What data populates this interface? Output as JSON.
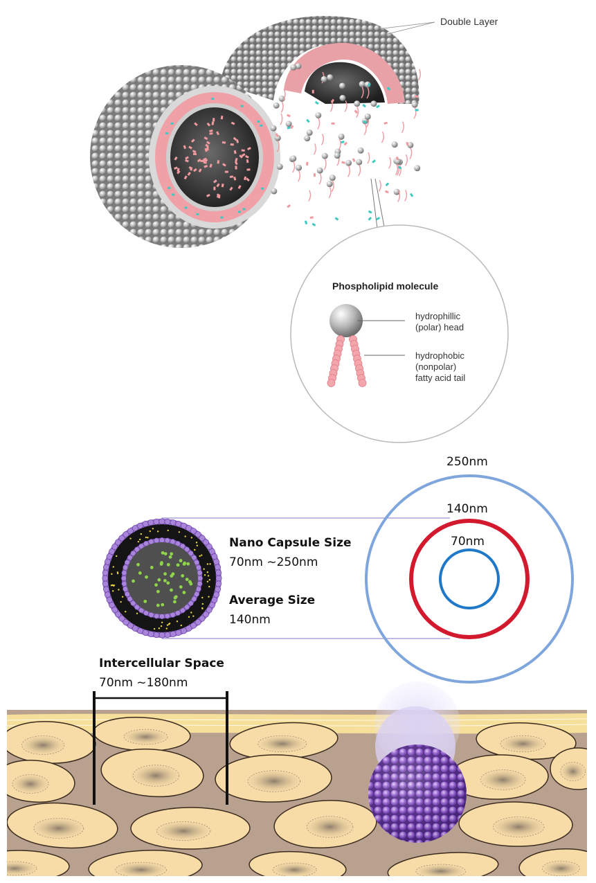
{
  "liposome": {
    "double_layer_label": "Double Layer"
  },
  "phospholipid": {
    "title": "Phospholipid molecule",
    "head_label_line1": "hydrophillic",
    "head_label_line2": "(polar) head",
    "tail_label_line1": "hydrophobic",
    "tail_label_line2": "(nonpolar)",
    "tail_label_line3": "fatty acid tail"
  },
  "capsule": {
    "size_title": "Nano Capsule Size",
    "size_range": "70nm ~250nm",
    "avg_title": "Average Size",
    "avg_value": "140nm"
  },
  "rings": [
    {
      "label": "250nm",
      "color": "#7fa6dc"
    },
    {
      "label": "140nm",
      "color": "#d3192e"
    },
    {
      "label": "70nm",
      "color": "#1f78c8"
    }
  ],
  "intercellular": {
    "title": "Intercellular Space",
    "range": "70nm ~180nm"
  },
  "colors": {
    "sphere_gray": "#9a9a9a",
    "tail_pink": "#f08f96",
    "core_dark": "#2b2b2b",
    "capsule_purple": "#7a4bb5",
    "skin_cell": "#f7dca8",
    "skin_dark": "#b49a88"
  }
}
